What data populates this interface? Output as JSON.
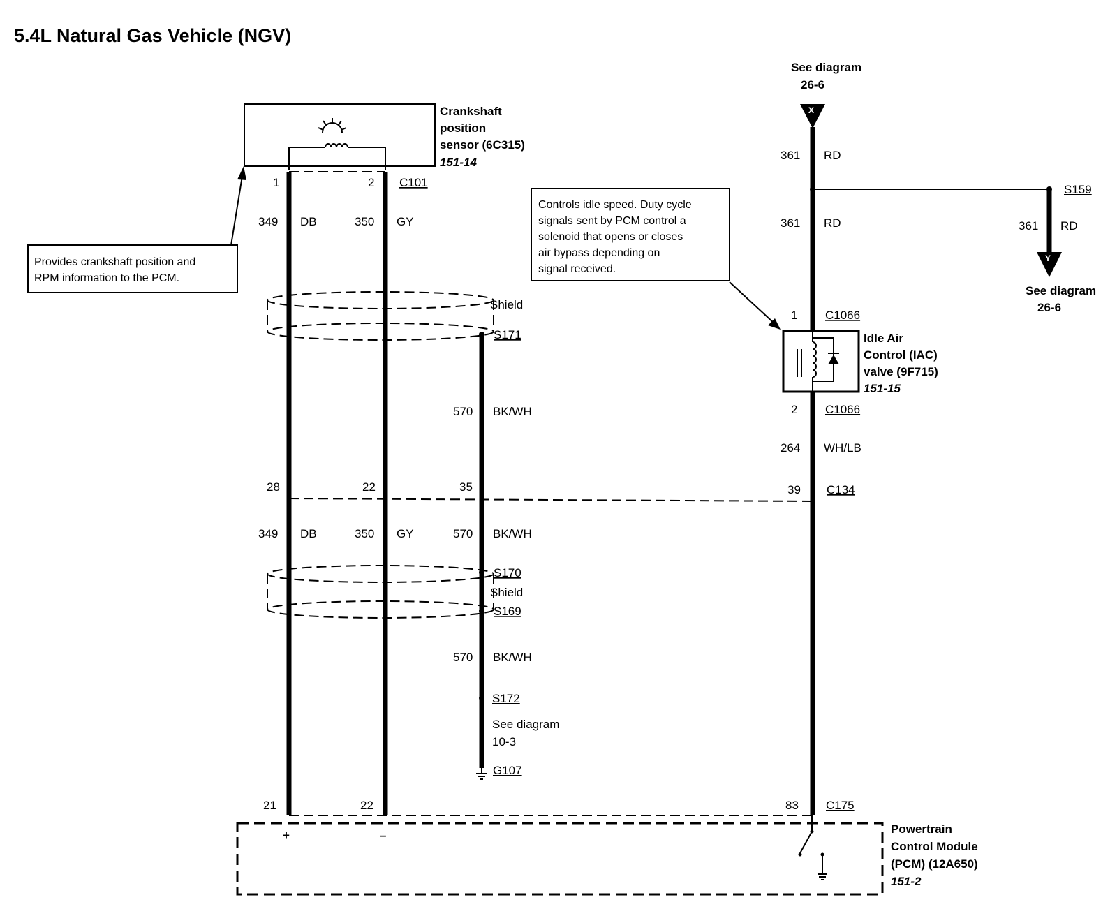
{
  "title": "5.4L Natural Gas Vehicle (NGV)",
  "components": {
    "ckp": {
      "name_l1": "Crankshaft",
      "name_l2": "position",
      "name_l3": "sensor (6C315)",
      "ref": "151-14"
    },
    "iac": {
      "name_l1": "Idle Air",
      "name_l2": "Control (IAC)",
      "name_l3": "valve (9F715)",
      "ref": "151-15"
    },
    "pcm": {
      "name_l1": "Powertrain",
      "name_l2": "Control Module",
      "name_l3": "(PCM) (12A650)",
      "ref": "151-2",
      "pin_plus": "+",
      "pin_minus": "–"
    }
  },
  "notes": {
    "ckp": [
      "Provides crankshaft position and",
      "RPM information to the PCM."
    ],
    "iac": [
      "Controls idle speed. Duty cycle",
      "signals sent by PCM control a",
      "solenoid that opens or closes",
      "air bypass depending on",
      "signal received."
    ]
  },
  "connectors": {
    "c101": "C101",
    "c134": "C134",
    "c175": "C175",
    "c1066_top": "C1066",
    "c1066_bottom": "C1066"
  },
  "pins": {
    "ckp_1": "1",
    "ckp_2": "2",
    "c134_28": "28",
    "c134_22": "22",
    "c134_35": "35",
    "c134_39": "39",
    "pcm_21": "21",
    "pcm_22": "22",
    "pcm_83": "83",
    "iac_1": "1",
    "iac_2": "2"
  },
  "wires": {
    "w349_upper": {
      "circuit": "349",
      "color": "DB"
    },
    "w350_upper": {
      "circuit": "350",
      "color": "GY"
    },
    "w570_upper": {
      "circuit": "570",
      "color": "BK/WH"
    },
    "w349_lower": {
      "circuit": "349",
      "color": "DB"
    },
    "w350_lower": {
      "circuit": "350",
      "color": "GY"
    },
    "w570_mid": {
      "circuit": "570",
      "color": "BK/WH"
    },
    "w570_lower": {
      "circuit": "570",
      "color": "BK/WH"
    },
    "w361_top": {
      "circuit": "361",
      "color": "RD"
    },
    "w361_mid": {
      "circuit": "361",
      "color": "RD"
    },
    "w361_branch": {
      "circuit": "361",
      "color": "RD"
    },
    "w264": {
      "circuit": "264",
      "color": "WH/LB"
    }
  },
  "splices": {
    "s159": "S159",
    "s169": "S169",
    "s170": "S170",
    "s171": "S171",
    "s172": "S172"
  },
  "shield_label": "Shield",
  "ground": {
    "g107": "G107"
  },
  "references": {
    "top_x": {
      "label": "See diagram",
      "page": "26-6",
      "marker": "X"
    },
    "right_y": {
      "label": "See diagram",
      "page": "26-6",
      "marker": "Y"
    },
    "ground_ref": {
      "label": "See diagram",
      "page": "10-3"
    }
  }
}
